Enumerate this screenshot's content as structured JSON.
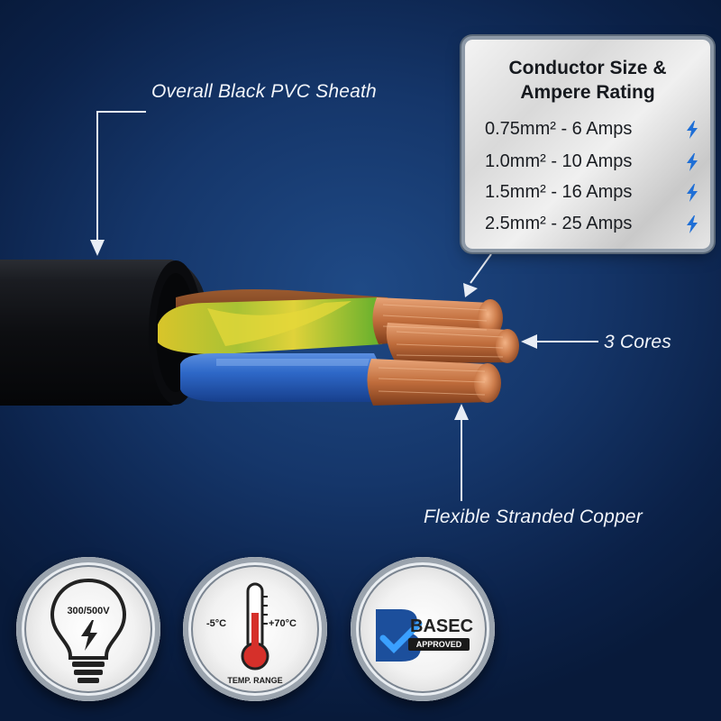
{
  "labels": {
    "sheath": "Overall Black PVC Sheath",
    "cores": "3 Cores",
    "copper": "Flexible Stranded Copper"
  },
  "rating_panel": {
    "title_line1": "Conductor Size &",
    "title_line2": "Ampere Rating",
    "rows": [
      {
        "text": "0.75mm² - 6 Amps"
      },
      {
        "text": "1.0mm² - 10 Amps"
      },
      {
        "text": "1.5mm² - 16 Amps"
      },
      {
        "text": "2.5mm² - 25 Amps"
      }
    ],
    "icon": "lightning-bolt-icon"
  },
  "badges": {
    "voltage": {
      "text": "300/500V",
      "icon": "light-bulb-icon"
    },
    "temperature": {
      "min": "-5°C",
      "max": "+70°C",
      "caption": "TEMP. RANGE",
      "icon": "thermometer-icon"
    },
    "basec": {
      "name": "BASEC",
      "status": "APPROVED",
      "icon": "basec-logo-icon"
    }
  },
  "colors": {
    "background": "#15366a",
    "sheath": "#111317",
    "brown_core": "#7a3b18",
    "green_yellow_core": "#8bbf2a",
    "blue_core": "#2a62c4",
    "copper": "#c8784a",
    "bolt": "#1f6fd6",
    "basec_blue": "#1c4f9c"
  }
}
